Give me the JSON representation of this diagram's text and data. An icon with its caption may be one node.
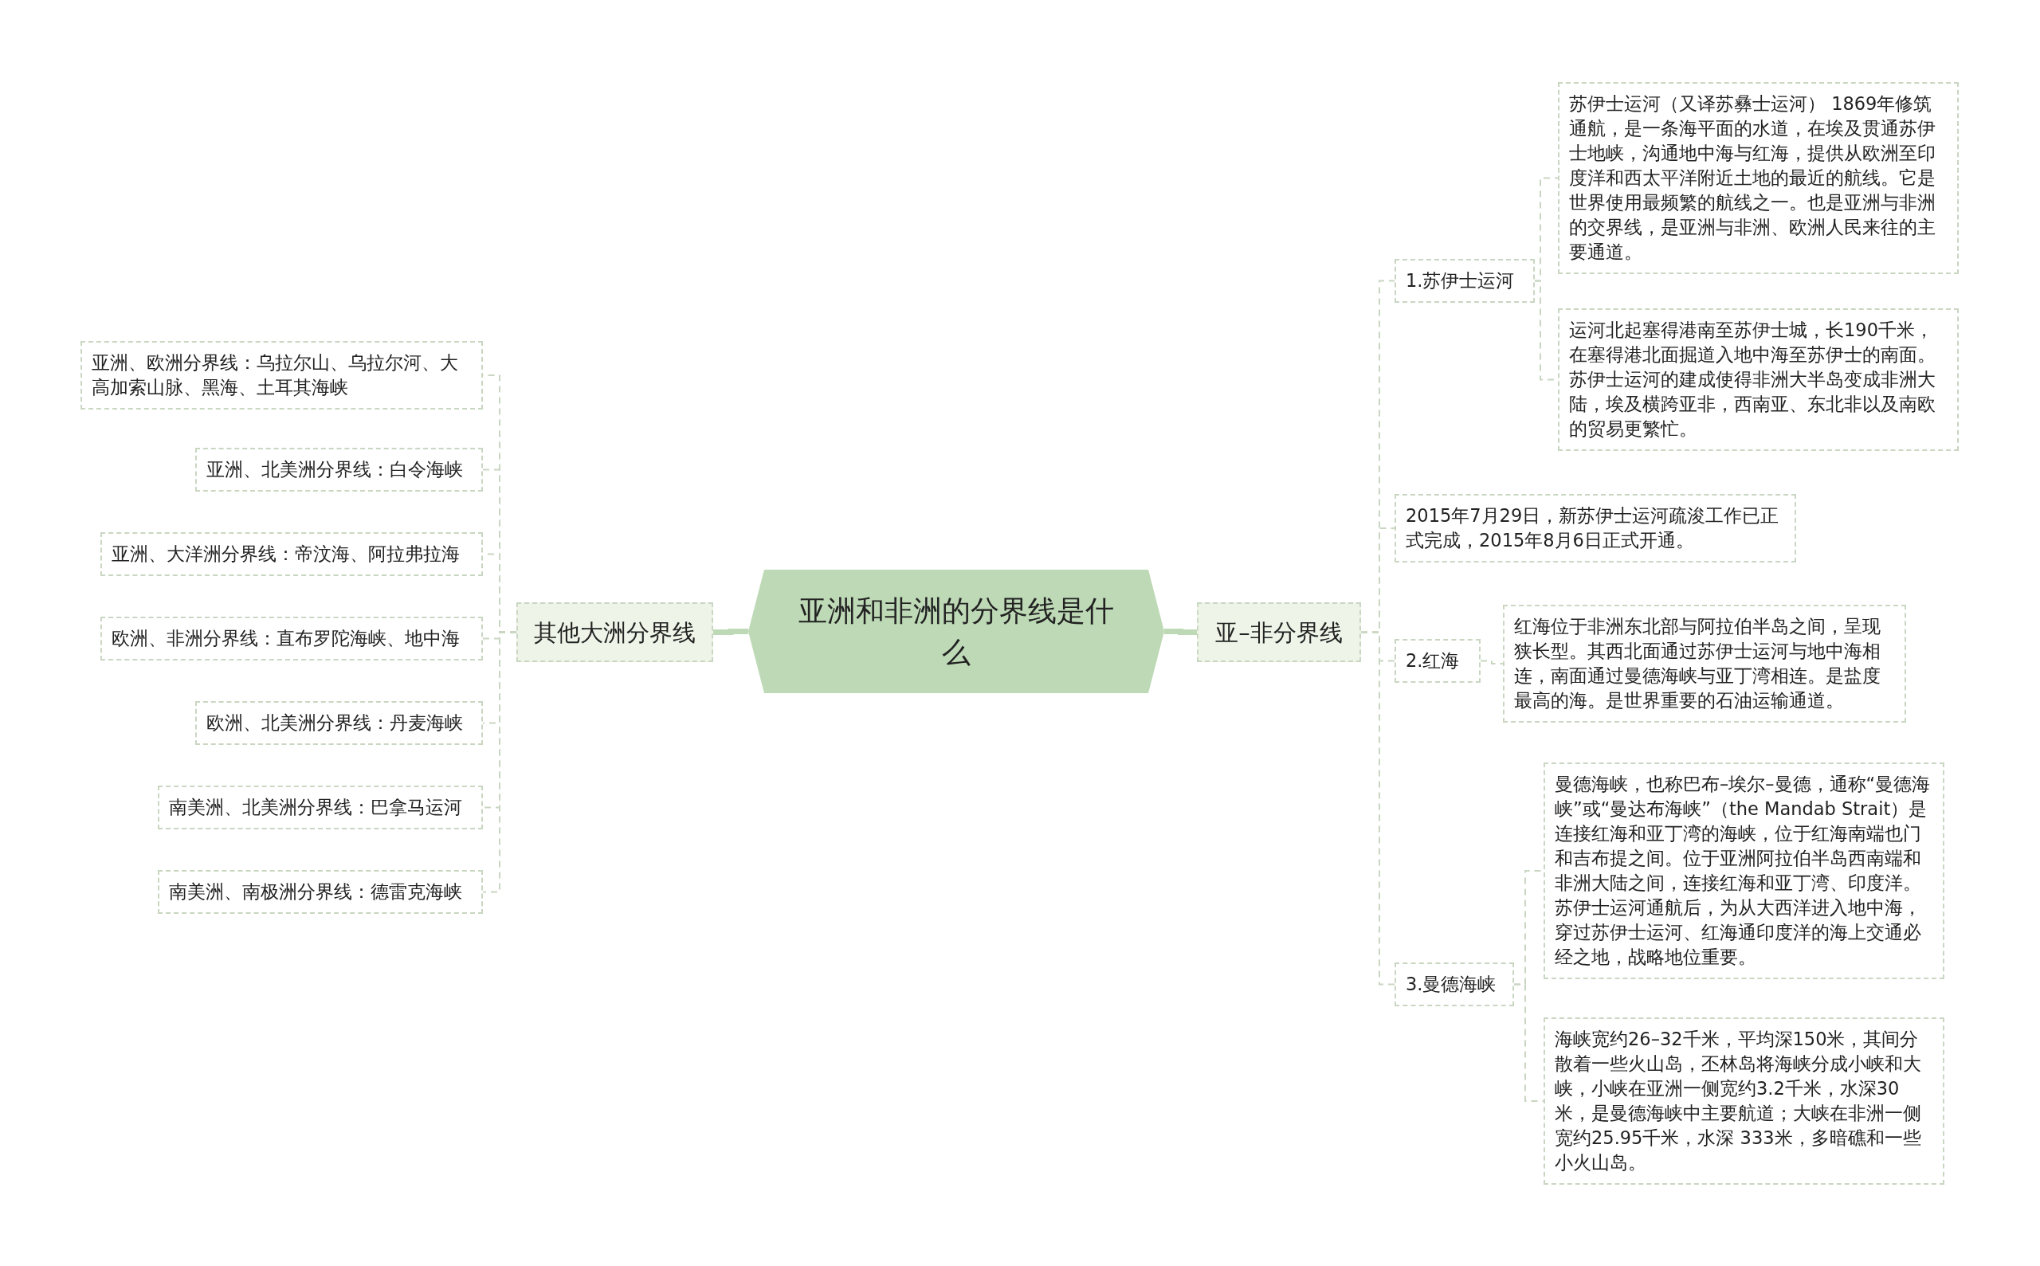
{
  "diagram": {
    "nodes": [
      {
        "text": [
          "亚洲和非洲的分界线是什么"
        ]
      },
      {
        "text": [
          "其他大洲分界线"
        ]
      },
      {
        "text": [
          "亚–非分界线"
        ]
      },
      {
        "text": [
          "亚洲、欧洲分界线：乌拉尔山、乌拉尔河、大高加索山脉、黑海、土耳其海峡"
        ]
      },
      {
        "text": [
          "亚洲、北美洲分界线：白令海峡"
        ]
      },
      {
        "text": [
          "亚洲、大洋洲分界线：帝汶海、阿拉弗拉海"
        ]
      },
      {
        "text": [
          "欧洲、非洲分界线：直布罗陀海峡、地中海"
        ]
      },
      {
        "text": [
          "欧洲、北美洲分界线：丹麦海峡"
        ]
      },
      {
        "text": [
          "南美洲、北美洲分界线：巴拿马运河"
        ]
      },
      {
        "text": [
          "南美洲、南极洲分界线：德雷克海峡"
        ]
      },
      {
        "text": [
          "1.苏伊士运河"
        ]
      },
      {
        "text": [
          "苏伊士运河（又译苏彝士运河） 1869年修筑通航，是一条海平面的水道，在埃及贯通苏伊士地峡，沟通地中海与红海，提供从欧洲至印度洋和西太平洋附近土地的最近的航线。它是世界使用最频繁的航线之一。也是亚洲与非洲的交界线，是亚洲与非洲、欧洲人民来往的主要通道。"
        ]
      },
      {
        "text": [
          "运河北起塞得港南至苏伊士城，长190千米，在塞得港北面掘道入地中海至苏伊士的南面。苏伊士运河的建成使得非洲大半岛变成非洲大陆，埃及横跨亚非，西南亚、东北非以及南欧的贸易更繁忙。"
        ]
      },
      {
        "text": [
          "2015年7月29日，新苏伊士运河疏浚工作已正式完成，2015年8月6日正式开通。"
        ]
      },
      {
        "text": [
          "2.红海"
        ]
      },
      {
        "text": [
          "红海位于非洲东北部与阿拉伯半岛之间，呈现狭长型。其西北面通过苏伊士运河与地中海相连，南面通过曼德海峡与亚丁湾相连。是盐度最高的海。是世界重要的石油运输通道。"
        ]
      },
      {
        "text": [
          "3.曼德海峡"
        ]
      },
      {
        "text": [
          "曼德海峡，也称巴布–埃尔–曼德，通称“曼德海峡”或“曼达布海峡”（the Mandab Strait）是连接红海和亚丁湾的海峡，位于红海南端也门和吉布提之间。位于亚洲阿拉伯半岛西南端和非洲大陆之间，连接红海和亚丁湾、印度洋。苏伊士运河通航后，为从大西洋进入地中海，穿过苏伊士运河、红海通印度洋的海上交通必经之地，战略地位重要。"
        ]
      },
      {
        "text": [
          "海峡宽约26–32千米，平均深150米，其间分散着一些火山岛，丕林岛将海峡分成小峡和大峡，小峡在亚洲一侧宽约3.2千米，水深30米，是曼德海峡中主要航道；大峡在非洲一侧宽约25.95千米，水深 333米，多暗礁和一些小火山岛。"
        ]
      }
    ],
    "edges": [
      {
        "from": 0,
        "to": 1,
        "arrow": "none",
        "style": "thick"
      },
      {
        "from": 0,
        "to": 2,
        "arrow": "none",
        "style": "thick"
      },
      {
        "from": 1,
        "to": 3,
        "arrow": "none",
        "style": "dashed"
      },
      {
        "from": 1,
        "to": 4,
        "arrow": "none",
        "style": "dashed"
      },
      {
        "from": 1,
        "to": 5,
        "arrow": "none",
        "style": "dashed"
      },
      {
        "from": 1,
        "to": 6,
        "arrow": "none",
        "style": "dashed"
      },
      {
        "from": 1,
        "to": 7,
        "arrow": "none",
        "style": "dashed"
      },
      {
        "from": 1,
        "to": 8,
        "arrow": "none",
        "style": "dashed"
      },
      {
        "from": 1,
        "to": 9,
        "arrow": "none",
        "style": "dashed"
      },
      {
        "from": 2,
        "to": 10,
        "arrow": "none",
        "style": "dashed"
      },
      {
        "from": 2,
        "to": 13,
        "arrow": "none",
        "style": "dashed"
      },
      {
        "from": 2,
        "to": 14,
        "arrow": "none",
        "style": "dashed"
      },
      {
        "from": 2,
        "to": 16,
        "arrow": "none",
        "style": "dashed"
      },
      {
        "from": 10,
        "to": 11,
        "arrow": "none",
        "style": "dashed"
      },
      {
        "from": 10,
        "to": 12,
        "arrow": "none",
        "style": "dashed"
      },
      {
        "from": 14,
        "to": 15,
        "arrow": "none",
        "style": "dashed"
      },
      {
        "from": 16,
        "to": 17,
        "arrow": "none",
        "style": "dashed"
      },
      {
        "from": 16,
        "to": 18,
        "arrow": "none",
        "style": "dashed"
      }
    ]
  }
}
